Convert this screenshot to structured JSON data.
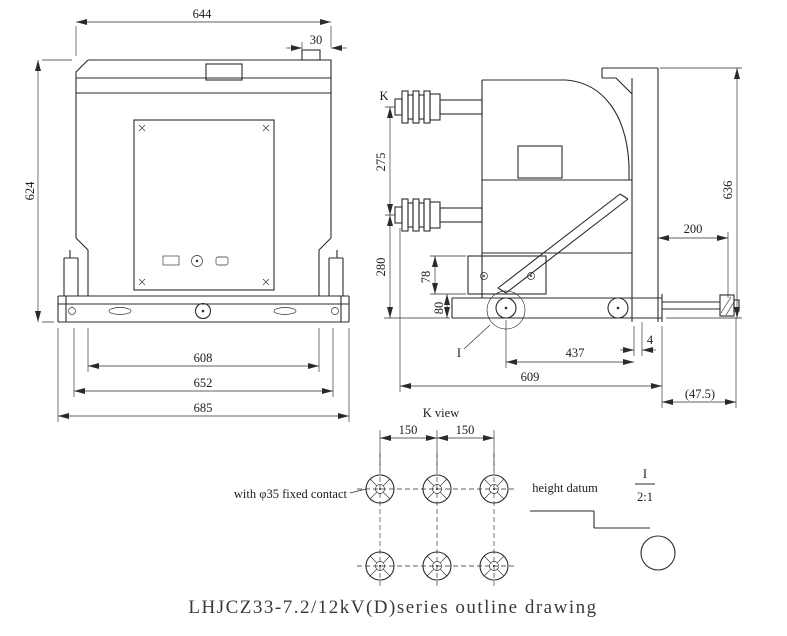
{
  "title": "LHJCZ33-7.2/12kV(D)series outline drawing",
  "front_view": {
    "dim_top_width": "644",
    "dim_top_offset": "30",
    "dim_height": "624",
    "dim_bottom_inner": "608",
    "dim_bottom_middle": "652",
    "dim_bottom_outer": "685"
  },
  "side_view": {
    "view_arrow_label": "K",
    "dim_pole_spacing": "275",
    "dim_lower_section": "280",
    "dim_box_height": "78",
    "dim_wheel_height": "80",
    "dim_total_height": "636",
    "dim_rear_extension": "200",
    "dim_small_gap": "4",
    "dim_wheel_span": "437",
    "dim_base_length": "609",
    "dim_overhang": "(47.5)",
    "detail_marker": "I"
  },
  "k_view": {
    "label": "K view",
    "dim_pitch_left": "150",
    "dim_pitch_right": "150",
    "note": "with φ35 fixed contact"
  },
  "height_datum": {
    "label": "height datum"
  },
  "detail_view": {
    "label": "I",
    "scale": "2:1"
  }
}
